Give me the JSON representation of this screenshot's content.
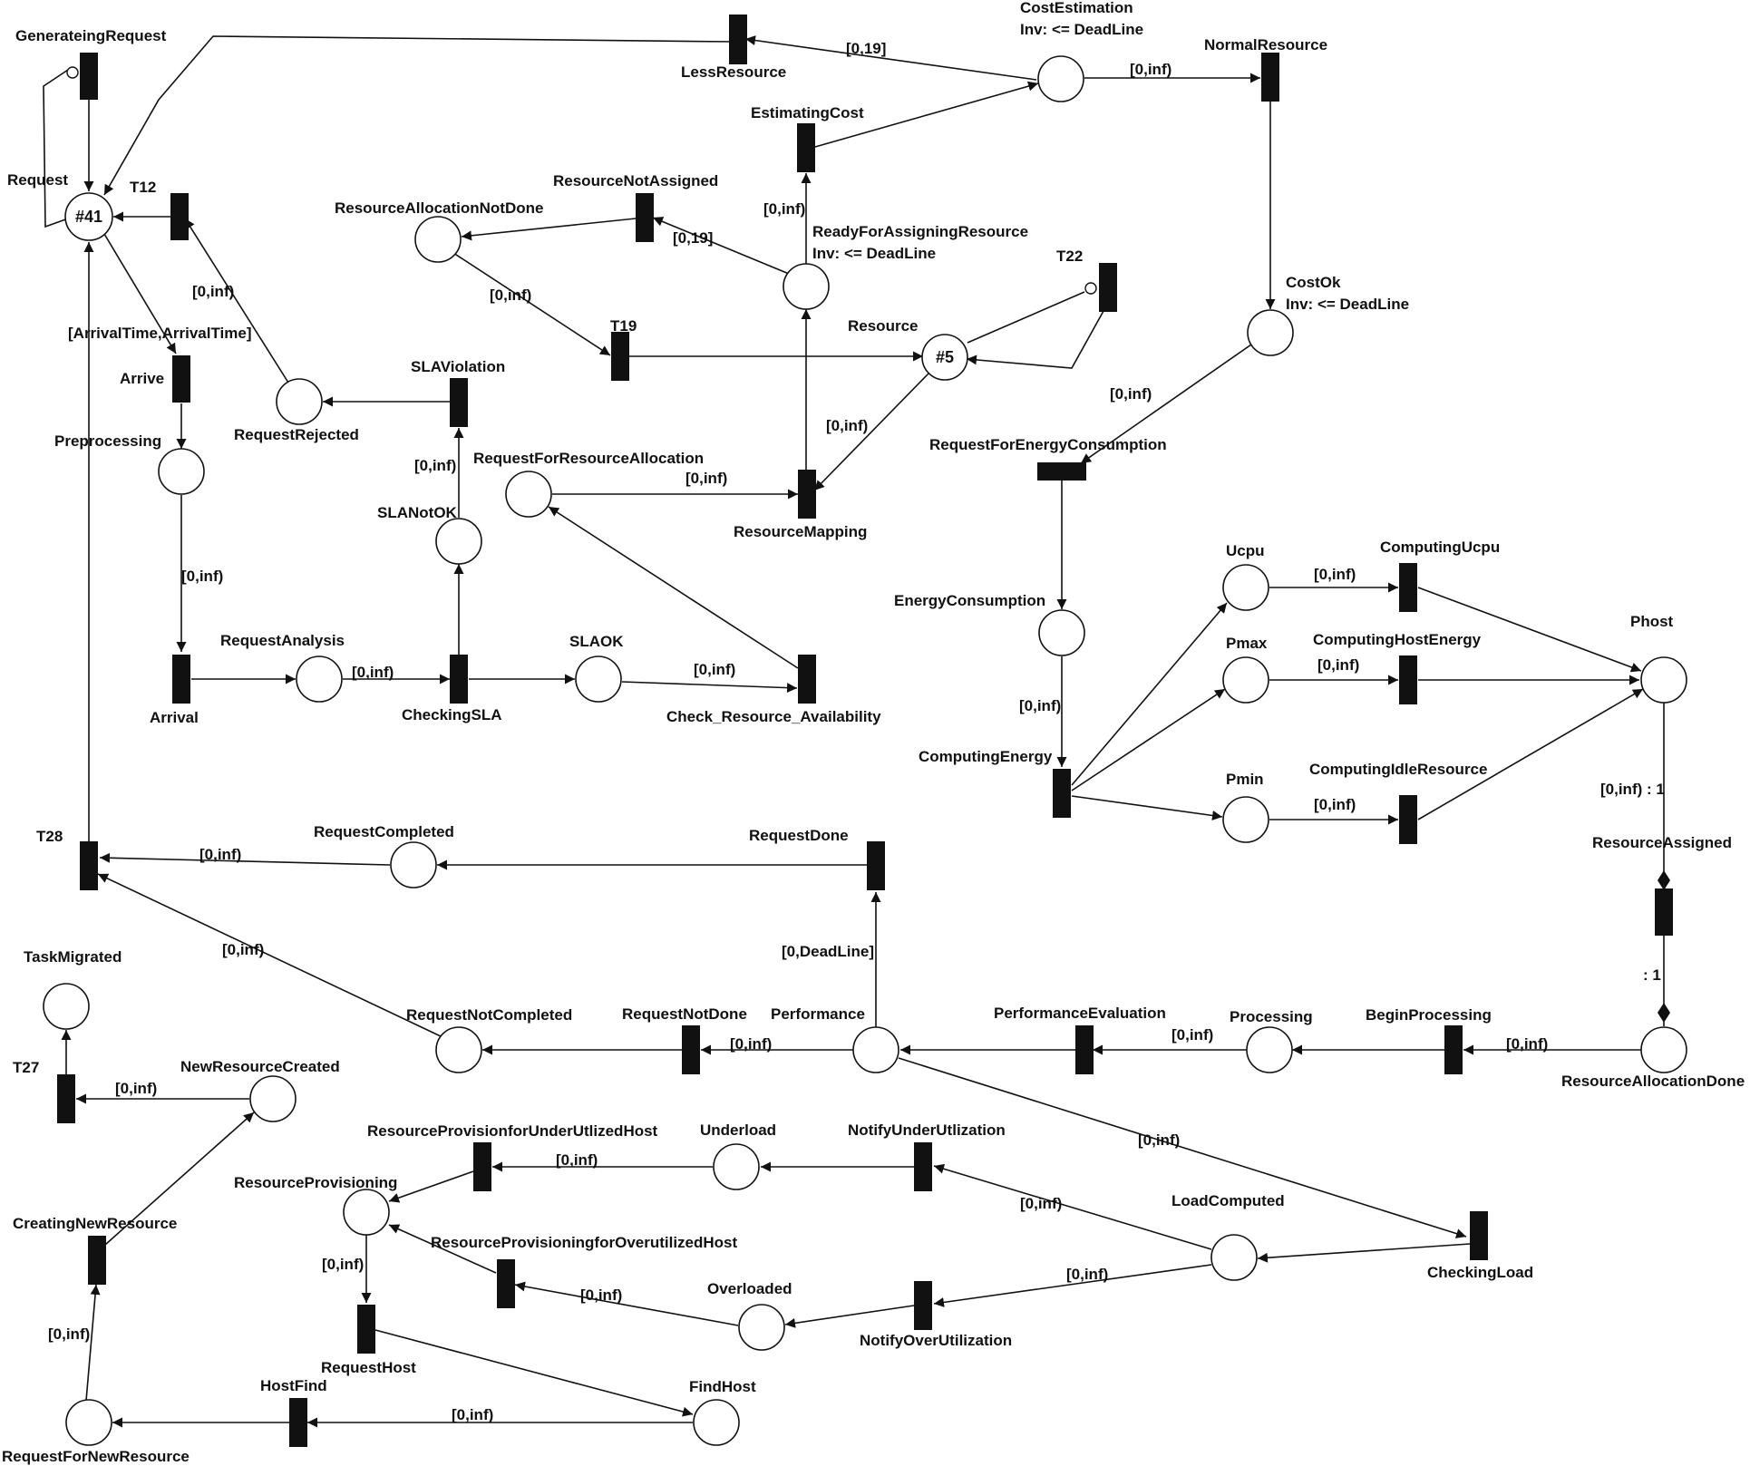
{
  "places": {
    "request": {
      "label": "Request",
      "marking": "#41"
    },
    "preprocessing": {
      "label": "Preprocessing"
    },
    "request_rejected": {
      "label": "RequestRejected"
    },
    "resource_allocation_not_done": {
      "label": "ResourceAllocationNotDone"
    },
    "cost_estimation": {
      "label": "CostEstimation",
      "invariant": "Inv: <= DeadLine"
    },
    "ready_for_assigning_resource": {
      "label": "ReadyForAssigningResource",
      "invariant": "Inv: <= DeadLine"
    },
    "resource": {
      "label": "Resource",
      "marking": "#5"
    },
    "cost_ok": {
      "label": "CostOk",
      "invariant": "Inv: <= DeadLine"
    },
    "sla_not_ok": {
      "label": "SLANotOK"
    },
    "request_for_resource_allocation": {
      "label": "RequestForResourceAllocation"
    },
    "request_analysis": {
      "label": "RequestAnalysis"
    },
    "sla_ok": {
      "label": "SLAOK"
    },
    "energy_consumption": {
      "label": "EnergyConsumption"
    },
    "ucpu": {
      "label": "Ucpu"
    },
    "pmax": {
      "label": "Pmax"
    },
    "pmin": {
      "label": "Pmin"
    },
    "phost": {
      "label": "Phost"
    },
    "request_completed": {
      "label": "RequestCompleted"
    },
    "task_migrated": {
      "label": "TaskMigrated"
    },
    "request_not_completed": {
      "label": "RequestNotCompleted"
    },
    "performance": {
      "label": "Performance"
    },
    "processing": {
      "label": "Processing"
    },
    "resource_allocation_done": {
      "label": "ResourceAllocationDone"
    },
    "new_resource_created": {
      "label": "NewResourceCreated"
    },
    "underload": {
      "label": "Underload"
    },
    "resource_provisioning": {
      "label": "ResourceProvisioning"
    },
    "load_computed": {
      "label": "LoadComputed"
    },
    "overloaded": {
      "label": "Overloaded"
    },
    "find_host": {
      "label": "FindHost"
    },
    "request_for_new_resource": {
      "label": "RequestForNewResource"
    }
  },
  "transitions": {
    "generating_request": {
      "label": "GenerateingRequest"
    },
    "t12": {
      "label": "T12"
    },
    "arrive": {
      "label": "Arrive"
    },
    "less_resource": {
      "label": "LessResource"
    },
    "normal_resource": {
      "label": "NormalResource"
    },
    "estimating_cost": {
      "label": "EstimatingCost"
    },
    "resource_not_assigned": {
      "label": "ResourceNotAssigned"
    },
    "t22": {
      "label": "T22"
    },
    "t19": {
      "label": "T19"
    },
    "sla_violation": {
      "label": "SLAViolation"
    },
    "resource_mapping": {
      "label": "ResourceMapping"
    },
    "request_for_energy_consumption": {
      "label": "RequestForEnergyConsumption"
    },
    "arrival": {
      "label": "Arrival"
    },
    "checking_sla": {
      "label": "CheckingSLA"
    },
    "check_resource_availability": {
      "label": "Check_Resource_Availability"
    },
    "computing_ucpu": {
      "label": "ComputingUcpu"
    },
    "computing_host_energy": {
      "label": "ComputingHostEnergy"
    },
    "computing_idle_resource": {
      "label": "ComputingIdleResource"
    },
    "computing_energy": {
      "label": "ComputingEnergy"
    },
    "t28": {
      "label": "T28"
    },
    "request_done": {
      "label": "RequestDone"
    },
    "resource_assigned": {
      "label": "ResourceAssigned"
    },
    "request_not_done": {
      "label": "RequestNotDone"
    },
    "performance_evaluation": {
      "label": "PerformanceEvaluation"
    },
    "begin_processing": {
      "label": "BeginProcessing"
    },
    "t27": {
      "label": "T27"
    },
    "resource_provision_underutilized": {
      "label": "ResourceProvisionforUnderUtlizedHost"
    },
    "notify_under_utilization": {
      "label": "NotifyUnderUtlization"
    },
    "creating_new_resource": {
      "label": "CreatingNewResource"
    },
    "resource_provisioning_overutilized": {
      "label": "ResourceProvisioningforOverutilizedHost"
    },
    "notify_over_utilization": {
      "label": "NotifyOverUtilization"
    },
    "checking_load": {
      "label": "CheckingLoad"
    },
    "request_host": {
      "label": "RequestHost"
    },
    "host_find": {
      "label": "HostFind"
    }
  },
  "guards": {
    "less_resource": "[0,19]",
    "normal_resource": "[0,inf)",
    "estimating_cost": "[0,inf)",
    "resource_not_assigned": "[0,19]",
    "t19": "[0,inf)",
    "t12": "[0,inf)",
    "arrive": "[ArrivalTime,ArrivalTime]",
    "sla_violation": "[0,inf)",
    "request_for_resource_allocation": "[0,inf)",
    "resource_mapping": "[0,inf)",
    "energy_consumption_request": "[0,inf)",
    "arrival": "[0,inf)",
    "checking_sla": "[0,inf)",
    "check_resource_availability": "[0,inf)",
    "computing_energy": "[0,inf)",
    "computing_ucpu": "[0,inf)",
    "computing_host_energy": "[0,inf)",
    "computing_idle_resource": "[0,inf)",
    "resource_assigned": "[0,inf) : 1",
    "resource_assigned_out": ": 1",
    "t28_completed": "[0,inf)",
    "t28_not_completed": "[0,inf)",
    "request_done": "[0,DeadLine]",
    "request_not_done": "[0,inf)",
    "performance_evaluation": "[0,inf)",
    "begin_processing": "[0,inf)",
    "checking_load": "[0,inf)",
    "t27": "[0,inf)",
    "resource_provision_underutilized": "[0,inf)",
    "notify_under_utilization": "[0,inf)",
    "notify_over_utilization": "[0,inf)",
    "resource_provisioning_overutilized": "[0,inf)",
    "request_host": "[0,inf)",
    "host_find": "[0,inf)",
    "creating_new_resource": "[0,inf)"
  },
  "colors": {
    "stroke": "#111111",
    "background": "#ffffff"
  }
}
